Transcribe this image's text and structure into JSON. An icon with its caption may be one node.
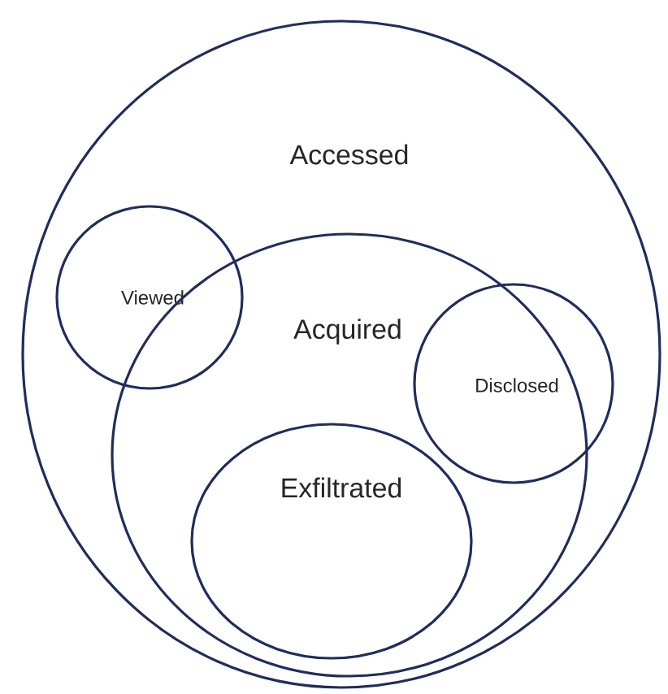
{
  "diagram": {
    "nodes": [
      {
        "text": [
          "Accessed"
        ]
      },
      {
        "text": [
          "Viewed"
        ],
        "in": 0
      },
      {
        "text": [
          "Acquired"
        ],
        "in": 0
      },
      {
        "text": [
          "Exfiltrated"
        ],
        "in": 2
      },
      {
        "text": [
          "Disclosed"
        ],
        "in": 0
      }
    ]
  }
}
